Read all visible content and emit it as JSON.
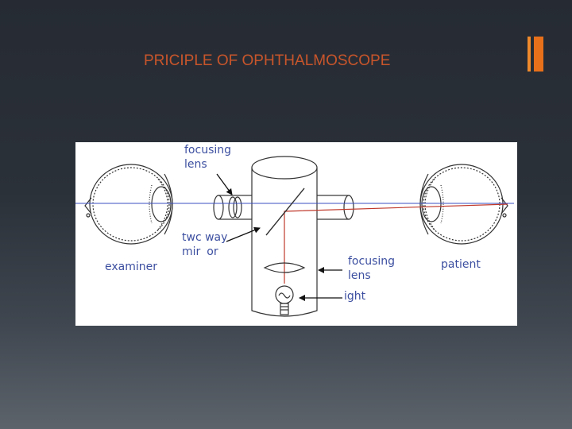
{
  "slide": {
    "title": "PRICIPLE OF OPHTHALMOSCOPE",
    "title_color": "#c8552b",
    "accent_color": "#e8701a",
    "accent_line_color": "#f08a2c"
  },
  "diagram": {
    "labels": {
      "focusing_lens_top_line1": "focusing",
      "focusing_lens_top_line2": "lens",
      "two_way_mirror_line1": "twc way",
      "two_way_mirror_line2": "mir",
      "two_way_mirror_line2_end": "or",
      "examiner": "examiner",
      "focusing_lens_bottom_line1": "focusing",
      "focusing_lens_bottom_line2": "lens",
      "light": "ight",
      "patient": "patient"
    },
    "colors": {
      "label": "#3c4fa0",
      "outline": "#333333",
      "axis_line": "#3a4fc0",
      "light_path": "#c0392b",
      "arrow": "#111111"
    }
  }
}
